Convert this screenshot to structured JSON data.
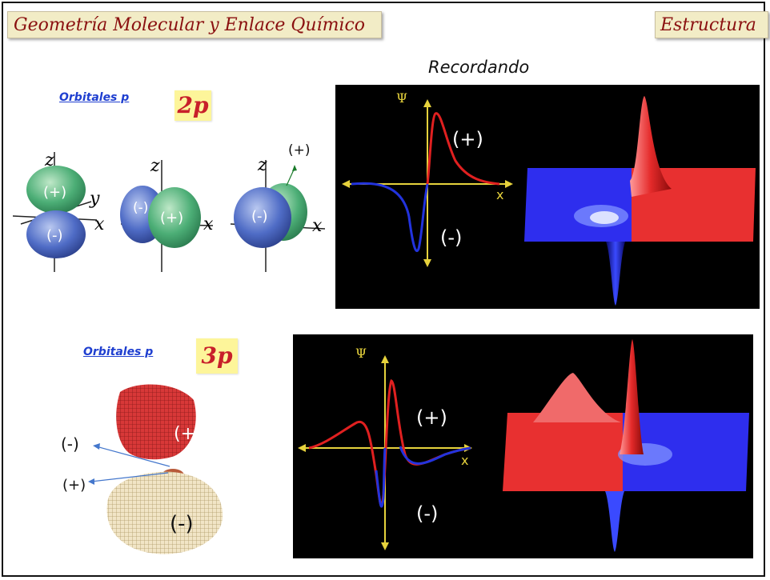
{
  "header": {
    "title": "Geometría Molecular y Enlace Químico",
    "section": "Estructura"
  },
  "recordando": "Recordando",
  "section_2p": {
    "link": "Orbitales p",
    "badge": "2p",
    "orbitals": [
      {
        "lobe_top": "(+)",
        "lobe_bottom": "(-)",
        "axis_z": "z",
        "axis_x": "x",
        "axis_y": "y"
      },
      {
        "lobe_left": "(-)",
        "lobe_right": "(+)",
        "axis_z": "z",
        "axis_x": "x"
      },
      {
        "lobe_front": "(-)",
        "lobe_back": "(+)",
        "axis_z": "z",
        "axis_x": "x"
      }
    ],
    "plot": {
      "psi": "Ψ",
      "plus": "(+)",
      "minus": "(-)",
      "x": "x"
    }
  },
  "section_3p": {
    "link": "Orbitales p",
    "badge": "3p",
    "wire_top": "(+)",
    "wire_bottom": "(-)",
    "arrow_minus": "(-)",
    "arrow_plus": "(+)",
    "plot": {
      "psi": "Ψ",
      "plus": "(+)",
      "minus": "(-)",
      "x": "x"
    }
  },
  "colors": {
    "header_bg": "#f2ecc6",
    "header_text": "#8a1010",
    "link": "#1f3fd0",
    "badge_bg": "#fdf59a",
    "badge_text": "#c8202a",
    "positive": "#e02020",
    "negative": "#2233cc",
    "axis": "#e6d23c"
  }
}
